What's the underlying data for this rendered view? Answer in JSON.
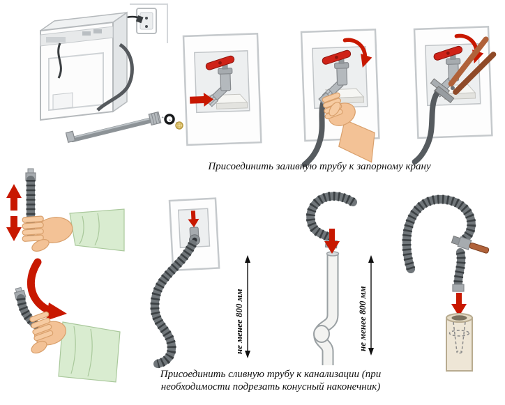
{
  "diagram": {
    "captions": {
      "fill_hose": "Присоединить заливную трубу к запорному крану",
      "drain_hose_line1": "Присоединить сливную трубу к канализации (при",
      "drain_hose_line2": "необходимости подрезать конусный наконечник)"
    },
    "dimensions": {
      "standpipe_min_height": "не менее 800 мм",
      "siphon_min_height": "не менее 800 мм"
    },
    "colors": {
      "arrow_red": "#c81800",
      "valve_handle_red": "#cf2318",
      "hose_dark": "#3b4043",
      "hose_gray": "#70767a",
      "inlet_hose": "#8d9397",
      "skin": "#f3c296",
      "sleeve_green": "#d9ecd0",
      "pliers_copper": "#b0623a",
      "sewer_pipe_beige": "#eee6d6",
      "panel_border": "#c5c9cc"
    }
  }
}
